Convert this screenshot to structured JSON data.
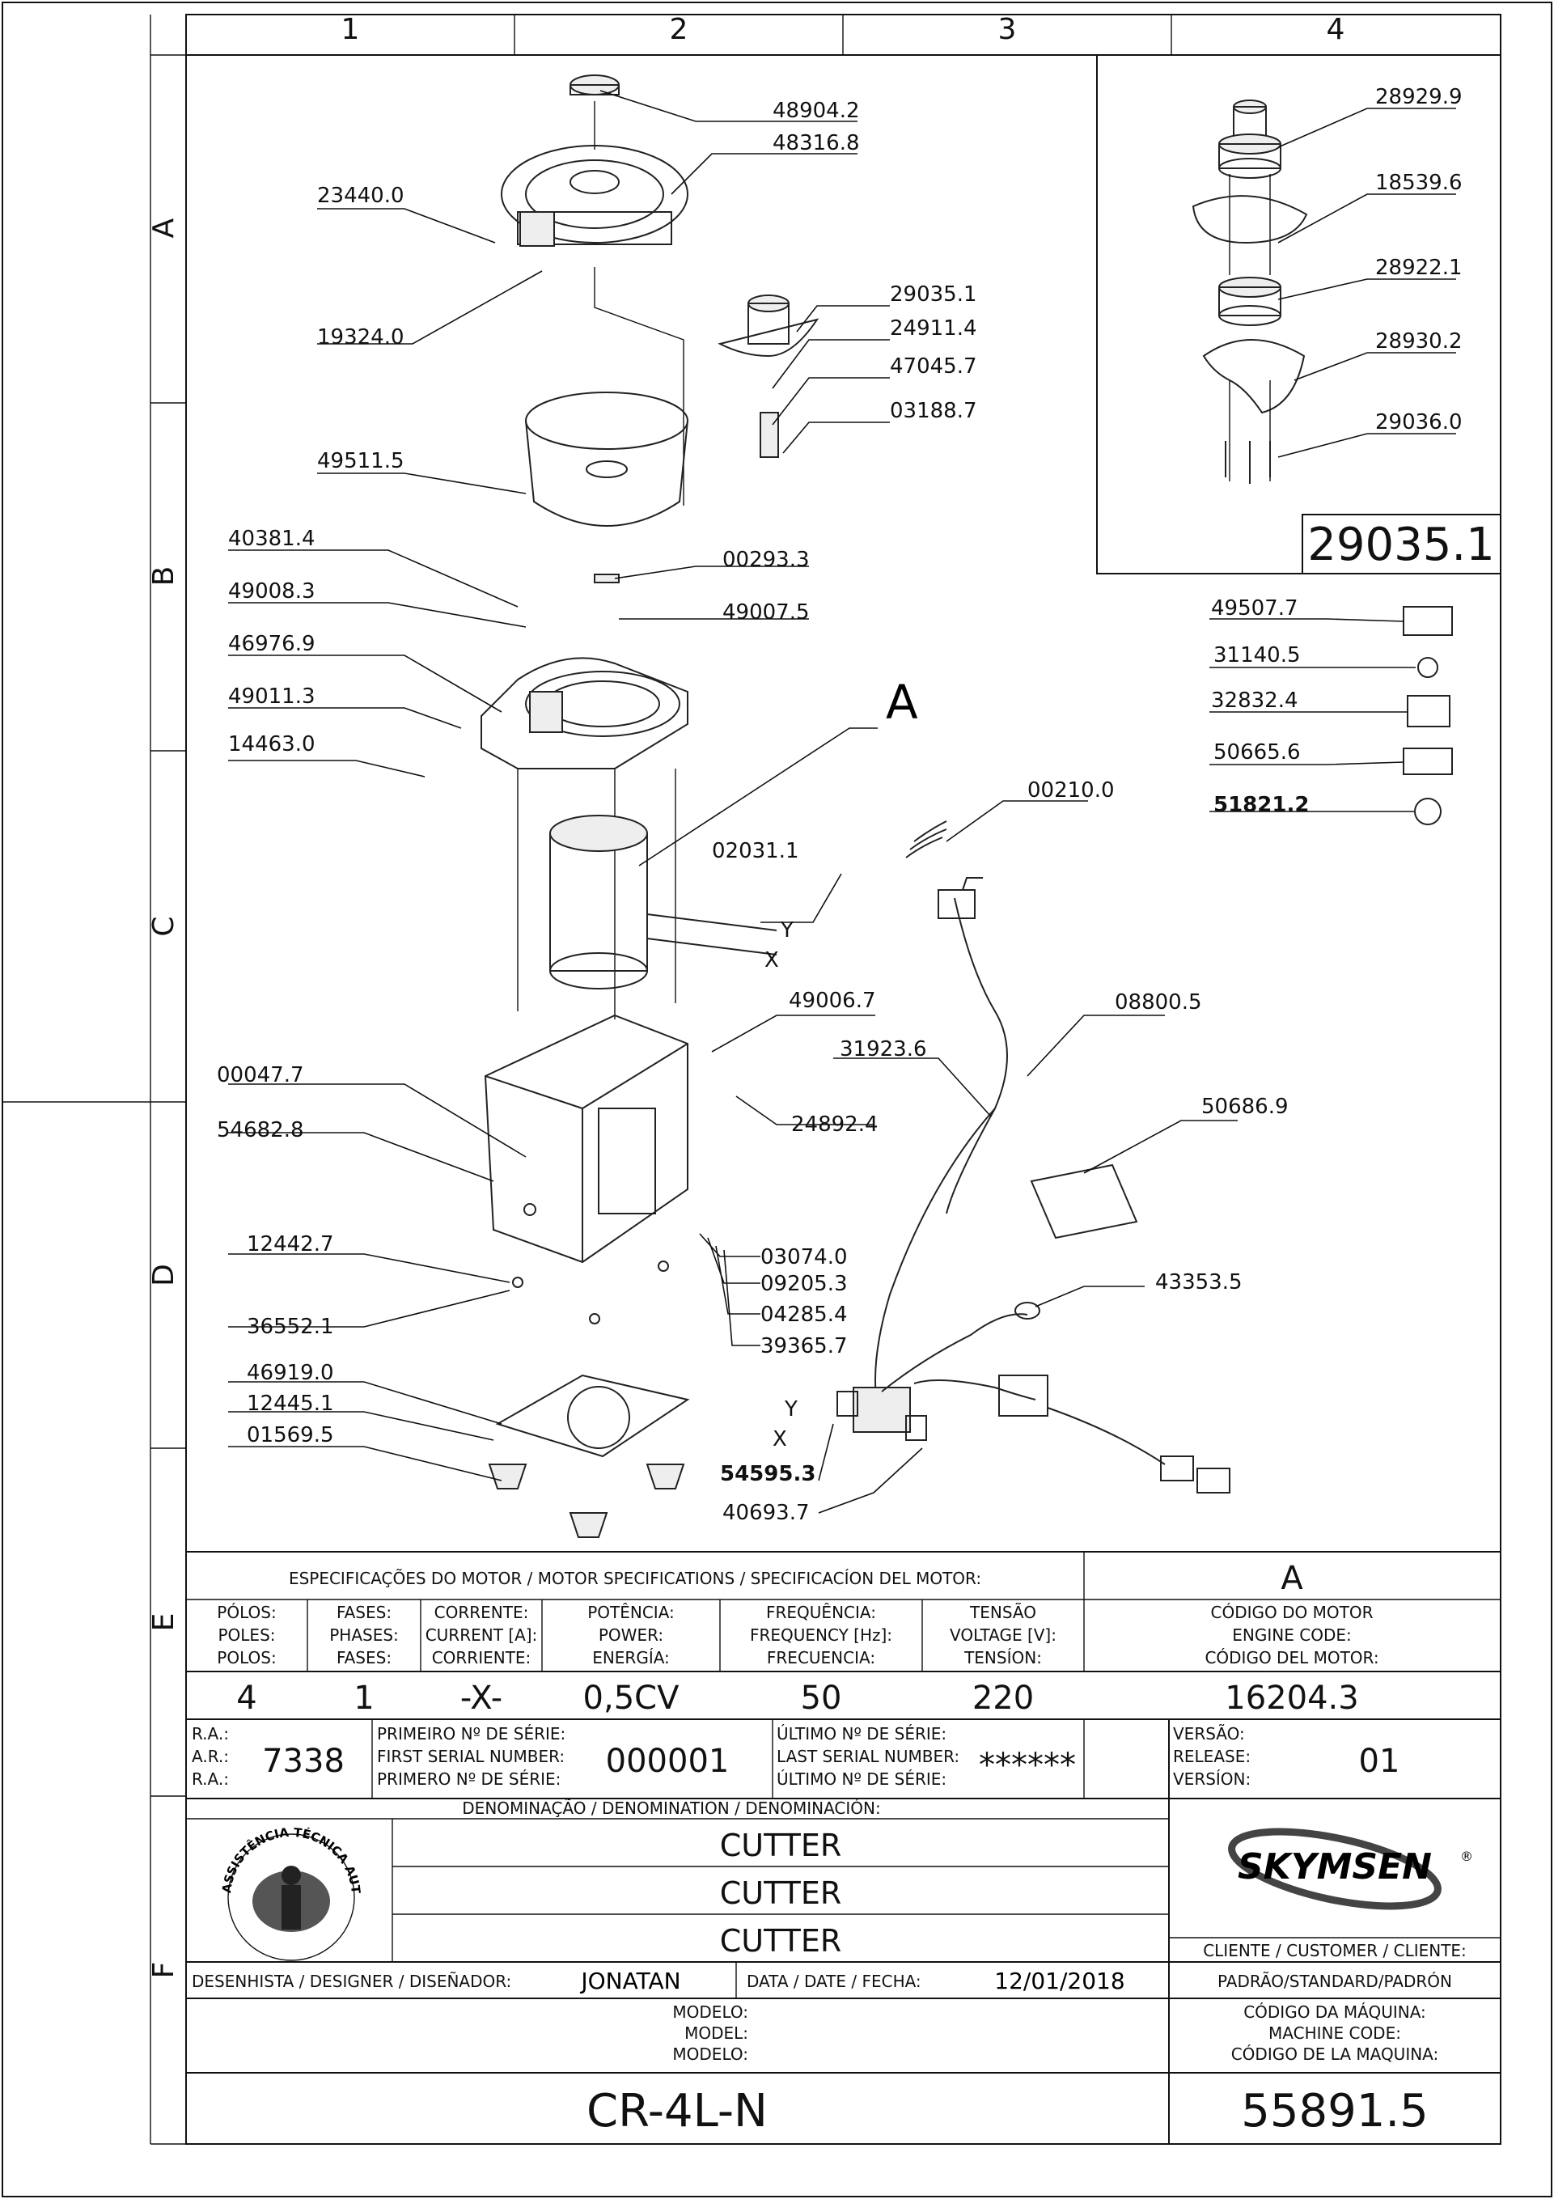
{
  "grid": {
    "columns": [
      "1",
      "2",
      "3",
      "4"
    ],
    "rows": [
      "A",
      "B",
      "C",
      "D",
      "E",
      "F"
    ]
  },
  "detail": {
    "callout": "A",
    "reference": "29035.1",
    "parts": [
      "28929.9",
      "18539.6",
      "28922.1",
      "28930.2",
      "29036.0"
    ]
  },
  "parts": {
    "p48904_2": "48904.2",
    "p48316_8": "48316.8",
    "p23440_0": "23440.0",
    "p19324_0": "19324.0",
    "p29035_1": "29035.1",
    "p24911_4": "24911.4",
    "p47045_7": "47045.7",
    "p03188_7": "03188.7",
    "p49511_5": "49511.5",
    "p40381_4": "40381.4",
    "p00293_3": "00293.3",
    "p49008_3": "49008.3",
    "p49007_5": "49007.5",
    "p46976_9": "46976.9",
    "p49011_3": "49011.3",
    "p14463_0": "14463.0",
    "p00210_0": "00210.0",
    "p02031_1": "02031.1",
    "p49006_7": "49006.7",
    "p08800_5": "08800.5",
    "p31923_6": "31923.6",
    "p00047_7": "00047.7",
    "p54682_8": "54682.8",
    "p24892_4": "24892.4",
    "p50686_9": "50686.9",
    "p12442_7": "12442.7",
    "p03074_0": "03074.0",
    "p09205_3": "09205.3",
    "p04285_4": "04285.4",
    "p39365_7": "39365.7",
    "p36552_1": "36552.1",
    "p43353_5": "43353.5",
    "p46919_0": "46919.0",
    "p12445_1": "12445.1",
    "p01569_5": "01569.5",
    "p54595_3": "54595.3",
    "p40693_7": "40693.7"
  },
  "labels_right": {
    "l49507_7": "49507.7",
    "l31140_5": "31140.5",
    "l32832_4": "32832.4",
    "l50665_6": "50665.6",
    "l51821_2": "51821.2"
  },
  "wire_marks": {
    "y": "Y",
    "x": "X"
  },
  "motor_spec": {
    "title": "ESPECIFICAÇÕES DO MOTOR / MOTOR SPECIFICATIONS / SPECIFICACÍON DEL MOTOR:",
    "detail_ref": "A",
    "headers": [
      [
        "PÓLOS:",
        "POLES:",
        "POLOS:"
      ],
      [
        "FASES:",
        "PHASES:",
        "FASES:"
      ],
      [
        "CORRENTE:",
        "CURRENT [A]:",
        "CORRIENTE:"
      ],
      [
        "POTÊNCIA:",
        "POWER:",
        "ENERGÍA:"
      ],
      [
        "FREQUÊNCIA:",
        "FREQUENCY [Hz]:",
        "FRECUENCIA:"
      ],
      [
        "TENSÃO",
        "VOLTAGE [V]:",
        "TENSÍON:"
      ],
      [
        "CÓDIGO DO MOTOR",
        "ENGINE CODE:",
        "CÓDIGO DEL MOTOR:"
      ]
    ],
    "values": [
      "4",
      "1",
      "-X-",
      "0,5CV",
      "50",
      "220",
      "16204.3"
    ]
  },
  "serial": {
    "ra_labels": [
      "R.A.:",
      "A.R.:",
      "R.A.:"
    ],
    "ra_value": "7338",
    "first_labels": [
      "PRIMEIRO Nº DE SÉRIE:",
      "FIRST SERIAL NUMBER:",
      "PRIMERO Nº DE SÉRIE:"
    ],
    "first_value": "000001",
    "last_labels": [
      "ÚLTIMO Nº DE SÉRIE:",
      "LAST SERIAL NUMBER:",
      "ÚLTIMO Nº DE SÉRIE:"
    ],
    "last_value": "******",
    "version_labels": [
      "VERSÃO:",
      "RELEASE:",
      "VERSÍON:"
    ],
    "version_value": "01"
  },
  "denomination": {
    "header": "DENOMINAÇÃO / DENOMINATION / DENOMINACIÓN:",
    "names": [
      "CUTTER",
      "CUTTER",
      "CUTTER"
    ]
  },
  "stamp": {
    "text": "ASSISTÊNCIA TÉCNICA AUTORIZADA"
  },
  "brand": {
    "name": "SKYMSEN",
    "mark": "®"
  },
  "customer": {
    "label": "CLIENTE / CUSTOMER / CLIENTE:",
    "value": "PADRÃO/STANDARD/PADRÓN"
  },
  "designer": {
    "label": "DESENHISTA / DESIGNER / DISEÑADOR:",
    "value": "JONATAN"
  },
  "date": {
    "label": "DATA / DATE / FECHA:",
    "value": "12/01/2018"
  },
  "model": {
    "labels": [
      "MODELO:",
      "MODEL:",
      "MODELO:"
    ],
    "value": "CR-4L-N"
  },
  "machine_code": {
    "labels": [
      "CÓDIGO DA MÁQUINA:",
      "MACHINE CODE:",
      "CÓDIGO DE LA MAQUINA:"
    ],
    "value": "55891.5"
  }
}
